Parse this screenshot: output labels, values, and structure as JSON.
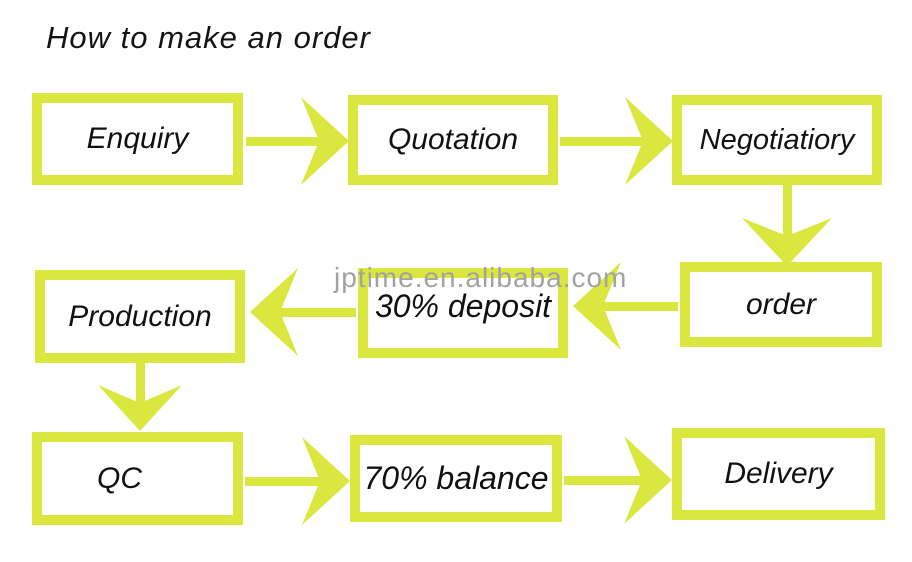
{
  "title": "How to make an order",
  "watermark": "jptime.en.alibaba.com",
  "colors": {
    "accent": "#d9e73f",
    "text": "#111111",
    "watermark": "#a2a2a2",
    "box_fill": "#ffffff"
  },
  "nodes": [
    {
      "id": "enquiry",
      "label": "Enquiry"
    },
    {
      "id": "quotation",
      "label": "Quotation"
    },
    {
      "id": "negotiation",
      "label": "Negotiatiory"
    },
    {
      "id": "order",
      "label": "order"
    },
    {
      "id": "deposit",
      "label": "30% deposit"
    },
    {
      "id": "production",
      "label": "Production"
    },
    {
      "id": "qc",
      "label": "QC"
    },
    {
      "id": "balance",
      "label": "70% balance"
    },
    {
      "id": "delivery",
      "label": "Delivery"
    }
  ],
  "edges": [
    {
      "from": "Enquiry",
      "to": "Quotation"
    },
    {
      "from": "Quotation",
      "to": "Negotiatiory"
    },
    {
      "from": "Negotiatiory",
      "to": "order"
    },
    {
      "from": "order",
      "to": "30% deposit"
    },
    {
      "from": "30% deposit",
      "to": "Production"
    },
    {
      "from": "Production",
      "to": "QC"
    },
    {
      "from": "QC",
      "to": "70% balance"
    },
    {
      "from": "70% balance",
      "to": "Delivery"
    }
  ]
}
